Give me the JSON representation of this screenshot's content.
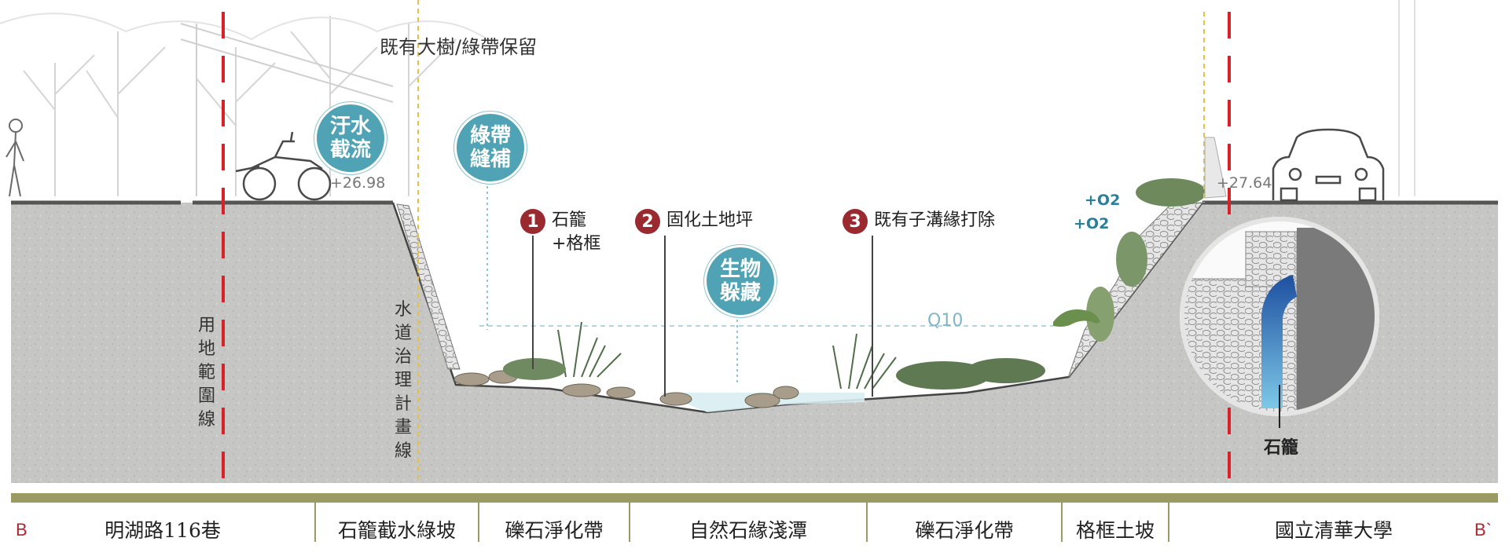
{
  "labels": {
    "tree_note": "既有大樹/綠帶保留",
    "land_line": "用地範圍線",
    "plan_line": "水道治理計畫線",
    "flood_level": "Q10",
    "gabion_detail": "石籠",
    "section_left": "B",
    "section_right": "B`"
  },
  "bubbles": {
    "sewage": "汙水截流",
    "greenbelt": "綠帶縫補",
    "habitat": "生物躲藏"
  },
  "callouts": [
    {
      "num": "1",
      "text": "石籠+格框"
    },
    {
      "num": "2",
      "text": "固化土地坪"
    },
    {
      "num": "3",
      "text": "既有子溝緣打除"
    }
  ],
  "elevations": {
    "left": "+26.98",
    "right": "+27.64"
  },
  "oxygen": [
    "+O2",
    "+O2"
  ],
  "zones": [
    "明湖路116巷",
    "石籠截水綠坡",
    "礫石淨化帶",
    "自然石緣淺潭",
    "礫石淨化帶",
    "格框土坡",
    "國立清華大學"
  ],
  "colors": {
    "soil": "#c9cac7",
    "accent_red": "#d6232a",
    "callout_red": "#9a2a2f",
    "bubble_teal": "#4fa3b5",
    "bar_olive": "#9a9b63",
    "water": "#d8eef3"
  }
}
